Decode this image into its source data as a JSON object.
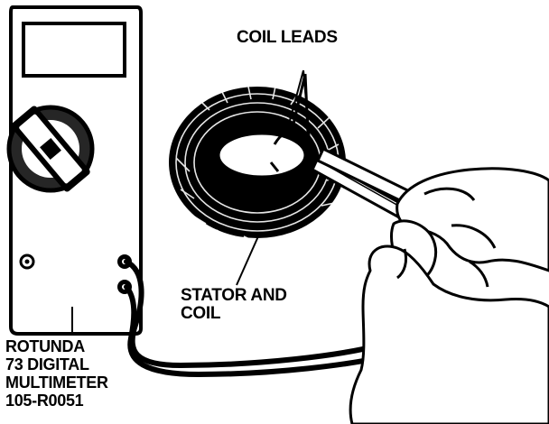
{
  "labels": {
    "coil_leads": "COIL LEADS",
    "stator_line1": "STATOR AND",
    "stator_line2": "COIL",
    "meter_line1": "ROTUNDA",
    "meter_line2": "73 DIGITAL",
    "meter_line3": "MULTIMETER",
    "meter_line4": "105-R0051"
  },
  "colors": {
    "ink": "#000000",
    "paper": "#ffffff"
  }
}
